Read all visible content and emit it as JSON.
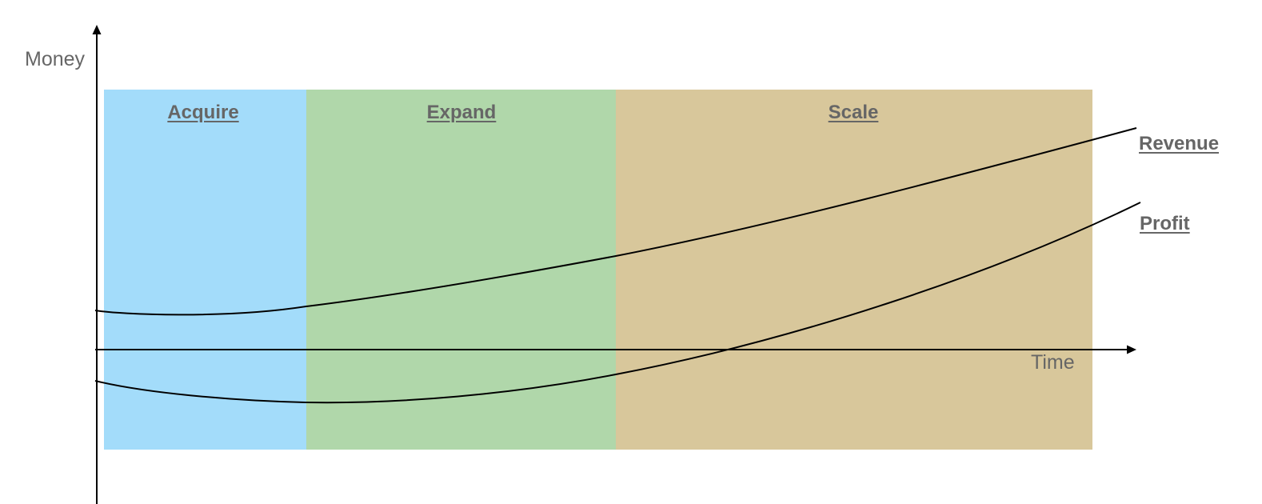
{
  "axes": {
    "y_label": "Money",
    "x_label": "Time"
  },
  "phases": [
    {
      "label": "Acquire",
      "color": "#a3dcfa"
    },
    {
      "label": "Expand",
      "color": "#b0d7aa"
    },
    {
      "label": "Scale",
      "color": "#d8c79b"
    }
  ],
  "curves": [
    {
      "label": "Revenue",
      "color": "#000000"
    },
    {
      "label": "Profit",
      "color": "#000000"
    }
  ],
  "colors": {
    "text": "#666666",
    "axis": "#000000"
  }
}
